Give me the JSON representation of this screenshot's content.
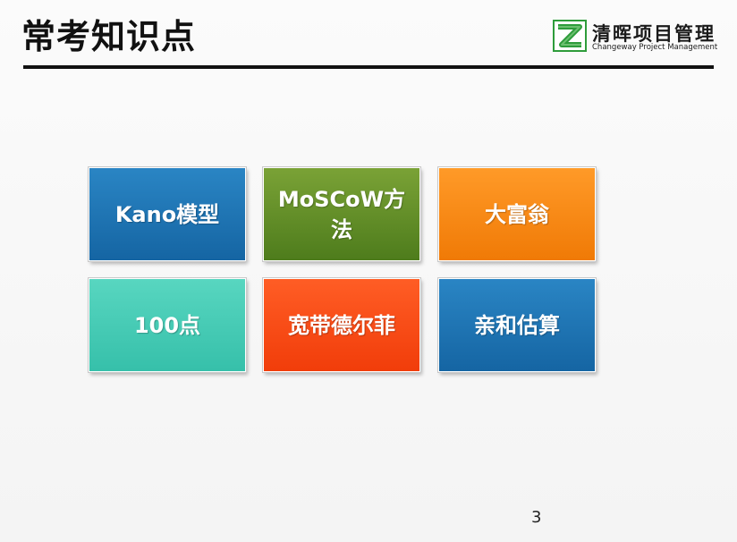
{
  "slide": {
    "title": "常考知识点",
    "page_number": "3"
  },
  "logo": {
    "name_cn": "清晖项目管理",
    "name_en": "Changeway Project Management"
  },
  "tiles": [
    {
      "label": "Kano模型",
      "color": "#1e78b9"
    },
    {
      "label": "MoSCoW方法",
      "color": "#5d8b25"
    },
    {
      "label": "大富翁",
      "color": "#f78815"
    },
    {
      "label": "100点",
      "color": "#44c9b2"
    },
    {
      "label": "宽带德尔菲",
      "color": "#f84b16"
    },
    {
      "label": "亲和估算",
      "color": "#1e78b9"
    }
  ],
  "colors": {
    "title_text": "#111111",
    "rule": "#111111",
    "logo_green": "#2e9c3b"
  }
}
